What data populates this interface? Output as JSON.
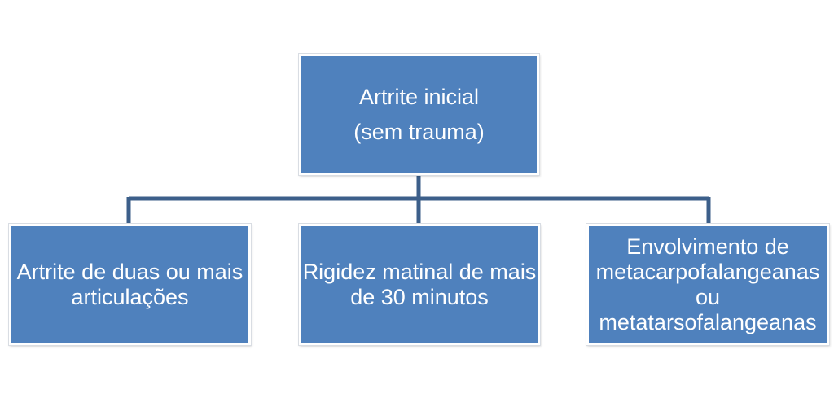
{
  "diagram": {
    "root": {
      "lines": [
        "Artrite inicial",
        "(sem trauma)"
      ]
    },
    "children": [
      {
        "lines": [
          "Artrite de duas ou mais",
          "articulações"
        ]
      },
      {
        "lines": [
          "Rigidez matinal de mais",
          "de 30 minutos"
        ]
      },
      {
        "lines": [
          "Envolvimento de",
          "metacarpofalangeanas",
          "ou",
          "metatarsofalangeanas"
        ]
      }
    ],
    "colors": {
      "node_fill": "#4f81bd",
      "connector": "#3c5f8a",
      "text": "#ffffff"
    }
  }
}
